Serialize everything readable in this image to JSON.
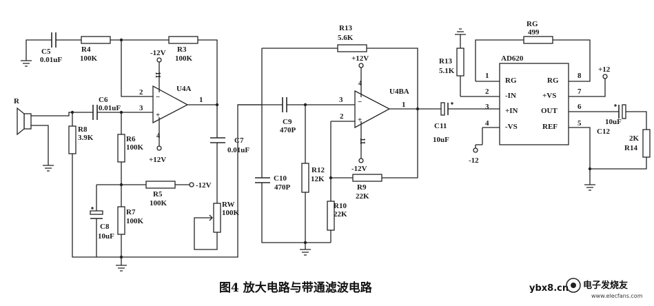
{
  "caption": "图4 放大电路与带通滤波电路",
  "watermark": {
    "site": "ybx8.cn",
    "brand": "电子发烧友",
    "url": "www.elecfans.com"
  },
  "labels": {
    "R": "R",
    "C5": "C5",
    "C5v": "0.01uF",
    "R4": "R4",
    "R4v": "100K",
    "R3": "R3",
    "R3v": "100K",
    "n12a": "-12V",
    "p12a": "+12V",
    "U4A": "U4A",
    "pin2a": "2",
    "pin3a": "3",
    "pin1a": "1",
    "pin11a": "11",
    "pin4a": "4",
    "C6": "C6",
    "C6v": "0.01uF",
    "R8": "R8",
    "R8v": "3.9K",
    "R6": "R6",
    "R6v": "100K",
    "R5": "R5",
    "R5v": "100K",
    "n12b": "-12V",
    "C8": "C8",
    "C8v": "10uF",
    "R7": "R7",
    "R7v": "100K",
    "C7": "C7",
    "C7v": "0.01uF",
    "RW": "RW",
    "RWv": "100K",
    "R13a": "R13",
    "R13av": "5.6K",
    "p12b": "+12V",
    "n12c": "-12V",
    "U4BA": "U4BA",
    "pin3b": "3",
    "pin2b": "2",
    "pin1b": "1",
    "pin4b": "4",
    "pin11b": "11",
    "C9": "C9",
    "C9v": "470P",
    "C10": "C10",
    "C10v": "470P",
    "R12": "R12",
    "R12v": "12K",
    "R9": "R9",
    "R9v": "22K",
    "R10": "R10",
    "R10v": "22K",
    "C11": "C11",
    "C11v": "10uF",
    "R13b": "R13",
    "R13bv": "5.1K",
    "RG": "RG",
    "RGv": "499",
    "AD620": "AD620",
    "p1": "1",
    "p2": "2",
    "p3": "3",
    "p4": "4",
    "p5": "5",
    "p6": "6",
    "p7": "7",
    "p8": "8",
    "RGl": "RG",
    "INm": "-IN",
    "INp": "+IN",
    "VSm": "-VS",
    "RGr": "RG",
    "VSp": "+VS",
    "OUT": "OUT",
    "REF": "REF",
    "p12c": "+12",
    "n12d": "-12",
    "C12": "C12",
    "C12v": "10uF",
    "R14": "R14",
    "R14v": "2K"
  }
}
